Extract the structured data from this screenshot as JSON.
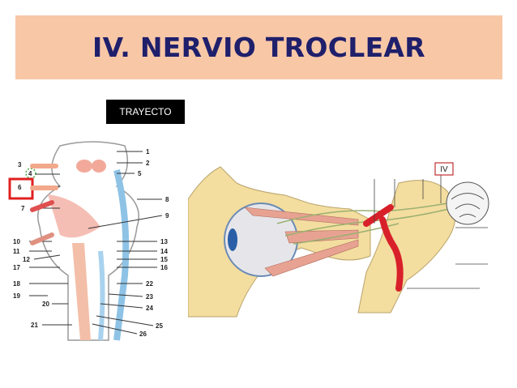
{
  "slide": {
    "title": "IV. NERVIO TROCLEAR",
    "tag": "TRAYECTO"
  },
  "left_figure": {
    "labels": [
      "1",
      "2",
      "3",
      "4",
      "5",
      "6",
      "7",
      "8",
      "9",
      "10",
      "11",
      "12",
      "13",
      "14",
      "15",
      "16",
      "17",
      "18",
      "19",
      "20",
      "21",
      "22",
      "23",
      "24",
      "25",
      "26"
    ]
  },
  "right_figure": {
    "label": "IV"
  },
  "colors": {
    "title_band": "#f8c7a6",
    "title_text": "#1f1f6b",
    "highlight_box": "#e02020",
    "nerve_yellow": "#e8c86a",
    "artery_red": "#d8202a"
  }
}
